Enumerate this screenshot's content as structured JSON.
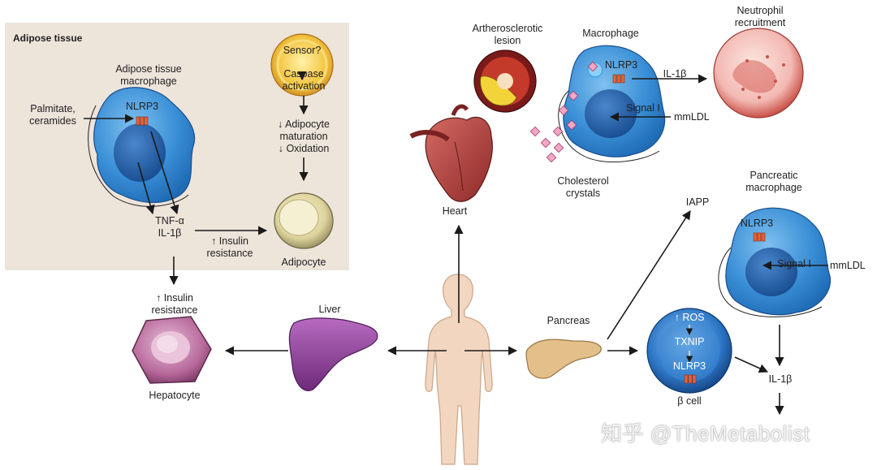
{
  "panel": {
    "title": "Adipose tissue"
  },
  "labels": {
    "adipose_macrophage": "Adipose tissue\nmacrophage",
    "palmitate": "Palmitate,\nceramides",
    "nlrp3_adipose": "NLRP3",
    "sensor": "Sensor?",
    "caspase": "Caspase\nactivation",
    "adipocyte_effects": "↓ Adipocyte\nmaturation\n↓ Oxidation",
    "tnf_il1b": "TNF-α\nIL-1β",
    "insulin_resistance_adipose": "↑ Insulin\nresistance",
    "adipocyte": "Adipocyte",
    "insulin_resistance_liver": "↑ Insulin\nresistance",
    "hepatocyte": "Hepatocyte",
    "liver": "Liver",
    "heart": "Heart",
    "athero": "Artherosclerotic\nlesion",
    "macrophage": "Macrophage",
    "nlrp3_macro": "NLRP3",
    "il1b_macro": "IL-1β",
    "signal1_macro": "Signal I",
    "mmldl_macro": "mmLDL",
    "cholesterol": "Cholesterol\ncrystals",
    "neutrophil": "Neutrophil\nrecruitment",
    "pancreatic_macro": "Pancreatic\nmacrophage",
    "iapp": "IAPP",
    "nlrp3_panc": "NLRP3",
    "signal1_panc": "Signal I",
    "mmldl_panc": "mmLDL",
    "pancreas": "Pancreas",
    "ros": "↑ ROS",
    "txnip": "TXNIP",
    "nlrp3_beta": "NLRP3",
    "beta_cell": "β cell",
    "il1b_beta": "IL-1β",
    "watermark": "知乎 @TheMetabolist"
  },
  "icons": [
    "adipose-macrophage-icon",
    "sensor-icon",
    "adipocyte-icon",
    "hepatocyte-icon",
    "liver-icon",
    "human-body-icon",
    "heart-icon",
    "lesion-icon",
    "macrophage-icon",
    "neutrophil-icon",
    "pancreatic-macrophage-icon",
    "pancreas-icon",
    "beta-cell-icon",
    "cholesterol-crystal-icon"
  ],
  "colors": {
    "panel_bg": "#ede4da",
    "macrophage_blue": "#3a8fd6",
    "nucleus_blue": "#1f5fa8",
    "nlrp3_orange": "#e8633a",
    "liver_purple": "#8e3f98",
    "hepatocyte_pink": "#b86a9c",
    "body_tan": "#f2d6bf",
    "heart_red": "#b33a3a",
    "crystal_pink": "#f2a7c3",
    "adipocyte_cream": "#e8e0b0",
    "sensor_yellow": "#f4c542",
    "pancreas_tan": "#e3c08a",
    "neutrophil_pink": "#f3b9b3"
  }
}
